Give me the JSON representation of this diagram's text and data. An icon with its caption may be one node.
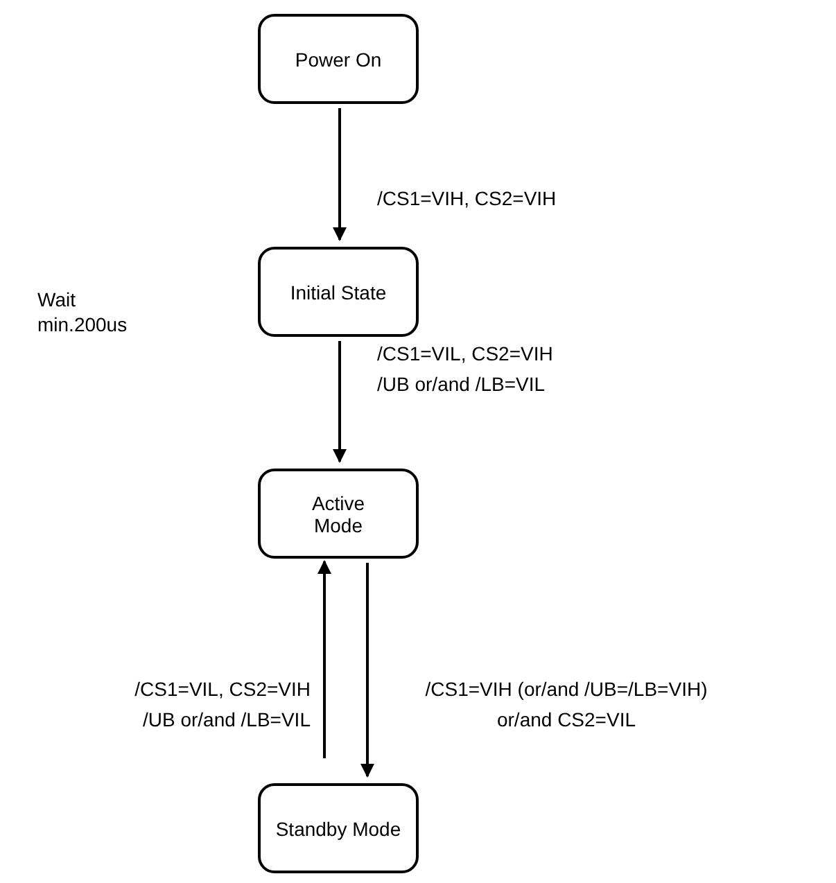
{
  "diagram": {
    "nodes": [
      {
        "text": [
          "Power On"
        ]
      },
      {
        "text": [
          "Initial State"
        ]
      },
      {
        "text": [
          "Active Mode"
        ]
      },
      {
        "text": [
          "Standby Mode"
        ]
      }
    ],
    "edges": [
      {
        "from": 0,
        "to": 1,
        "arrow": "to",
        "label": "/CS1=VIH, CS2=VIH"
      },
      {
        "from": 1,
        "to": 2,
        "arrow": "to",
        "label": "/CS1=VIL, CS2=VIH /UB or/and /LB=VIL"
      },
      {
        "from": 3,
        "to": 2,
        "arrow": "to",
        "label": "/CS1=VIL, CS2=VIH /UB or/and /LB=VIL"
      },
      {
        "from": 2,
        "to": 3,
        "arrow": "to",
        "label": "/CS1=VIH (or/and /UB=/LB=VIH) or/and CS2=VIL"
      }
    ],
    "labels": [
      "Wait min.200us"
    ]
  }
}
